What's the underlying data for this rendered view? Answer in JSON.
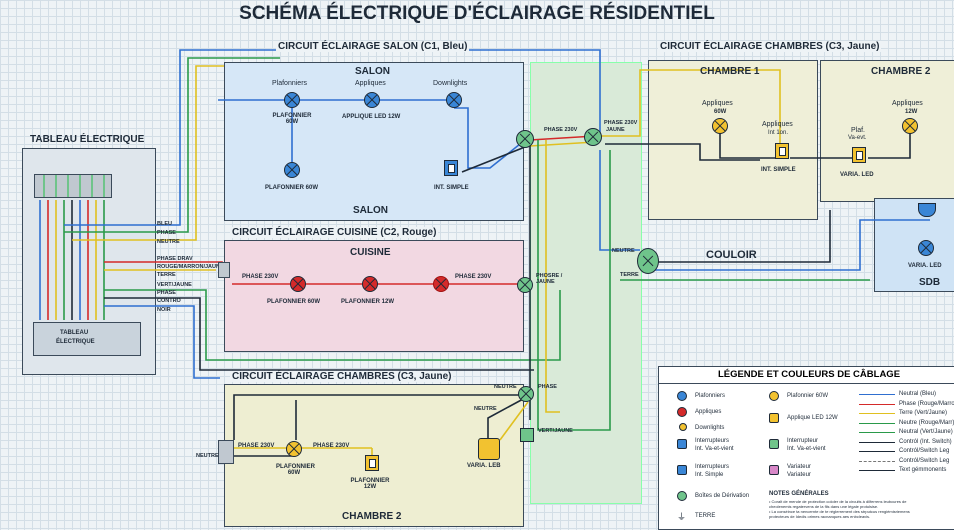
{
  "title": "SCHÉMA ÉLECTRIQUE D'ÉCLAIRAGE RÉSIDENTIEL",
  "panel": {
    "title": "TABLEAU ÉLECTRIQUE",
    "inner_label_1": "TABLEAU",
    "inner_label_2": "ÉLECTRIQUE"
  },
  "panel_wires": [
    "BLEU",
    "PHASE",
    "NEUTRE",
    "PHASE DRAV",
    "ROUGE/MARRON/JAUNE",
    "TERRE",
    "VERT/JAUNE",
    "PHASE",
    "CONTRO",
    "NOIR"
  ],
  "circuits": {
    "c1": {
      "title": "CIRCUIT ÉCLAIRAGE SALON (C1, Bleu)",
      "room": "SALON",
      "room_bottom": "SALON",
      "labels": [
        "Plafonniers",
        "Appliques",
        "Downlights"
      ],
      "fixtures": [
        "PLAFONNIER 60W",
        "APPLIQUE LED 12W",
        "PLAFONNIER 60W"
      ],
      "switch": "INT. SIMPLE"
    },
    "c2": {
      "title": "CIRCUIT ÉCLAIRAGE CUISINE (C2, Rouge)",
      "room": "CUISINE",
      "phase_left": "PHASE 230V",
      "phase_right": "PHASE 230V",
      "fixtures": [
        "PLAFONNIER 60W",
        "PLAFONNIER 12W"
      ]
    },
    "c3_top": {
      "title": "CIRCUIT ÉCLAIRAGE CHAMBRES (C3, Jaune)",
      "room1": "CHAMBRE 1",
      "room2": "CHAMBRE 2",
      "appliques_1": "Appliques",
      "appliques_1_w": "60W",
      "appliques_2": "Appliques",
      "appliques_2_sub": "Int 1on.",
      "switch_1": "INT. SIMPLE",
      "plaf": "Plaf.",
      "plaf_sub": "Va-evt.",
      "varia": "VARIA. LED",
      "appliques_3": "Appliques",
      "appliques_3_w": "12W"
    },
    "c3_bottom": {
      "title": "CIRCUIT ÉCLAIRAGE CHAMBRES (C3, Jaune)",
      "room": "CHAMBRE 2",
      "phase_1": "PHASE 230V",
      "phase_2": "PHASE 230V",
      "fixture": "PLAFONNIER 60W",
      "switch": "PLAFONNIER 12W",
      "varia": "VARIA. LEB",
      "neutre": "NEUTRE",
      "neutre_box": "NEUTRE"
    }
  },
  "hallway": {
    "label": "COULOIR",
    "neutre": "NEUTRE",
    "terre": "TERRE"
  },
  "sdb": {
    "label": "SDB",
    "varia": "VARIA. LED"
  },
  "junctions": {
    "j1": "PHASE 230V",
    "j2": "PHASE 230V",
    "j2b": "JAUNE",
    "j3": "PHOSRE / JAUNE",
    "j4_n": "NEUTRE",
    "j4_p": "PHASE",
    "j5": "VERT/JAUNE"
  },
  "legend": {
    "title": "LÉGENDE ET COULEURS DE CÂBLAGE",
    "items": [
      "Plafonniers",
      "Plafonnier 60W",
      "Appliques",
      "Applique LED 12W",
      "Downlights",
      "Interrupteurs",
      "Int. Va-et-vient",
      "Interrupteur",
      "Int. Va-et-vient",
      "Interrupteurs",
      "Int. Simple",
      "Variateur",
      "Variateur",
      "Boîtes de Dérivation",
      "TERRE"
    ],
    "notes_title": "NOTES GÉNÉRALES",
    "notes": [
      "• Coralt de mende de protection cololer de la circuits à dilferrens leubcures de",
      "  cheolenemis regatervens de la fils dans une légale protulsise.",
      "• La conséince ta nencernte de te réglerrement des strputcus rengiémisriemens",
      "  protecteurs de Idedis orimes racnanques aes enbcleavis."
    ],
    "wires": [
      {
        "label": "Neutral (Bleu)",
        "color": "#2f6fd0"
      },
      {
        "label": "Phase (Rouge/Marron)",
        "color": "#d42a2a"
      },
      {
        "label": "Terre (Vert/Jaune)",
        "color": "#e0c020"
      },
      {
        "label": "Neutre (Rouge/Marr)",
        "color": "#2a9a4a"
      },
      {
        "label": "Neutral (Vert/Jaune)",
        "color": "#2a9a4a"
      },
      {
        "label": "Contról (Int. Switch)",
        "color": "#1e2a38"
      },
      {
        "label": "Contról/Switch Leg",
        "color": "#1e2a38"
      },
      {
        "label": "Contról/Switch Leg",
        "color": "#777777"
      },
      {
        "label": "Text gémmonents",
        "color": "#1e2a38"
      }
    ]
  }
}
